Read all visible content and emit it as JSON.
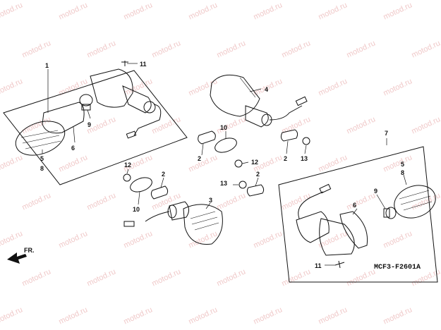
{
  "watermark": "motod.ru",
  "diagram_code": "MCF3-F2601A",
  "front_marker": "FR.",
  "callouts": {
    "c1": "1",
    "c2a": "2",
    "c2b": "2",
    "c2c": "2",
    "c2d": "2",
    "c3": "3",
    "c4": "4",
    "c5a": "5",
    "c8a": "8",
    "c5b": "5",
    "c8b": "8",
    "c6a": "6",
    "c6b": "6",
    "c7": "7",
    "c9a": "9",
    "c9b": "9",
    "c10a": "10",
    "c10b": "10",
    "c11a": "11",
    "c11b": "11",
    "c12a": "12",
    "c12b": "12",
    "c13a": "13",
    "c13b": "13"
  },
  "icons": {
    "arrow": "front-arrow-icon"
  }
}
